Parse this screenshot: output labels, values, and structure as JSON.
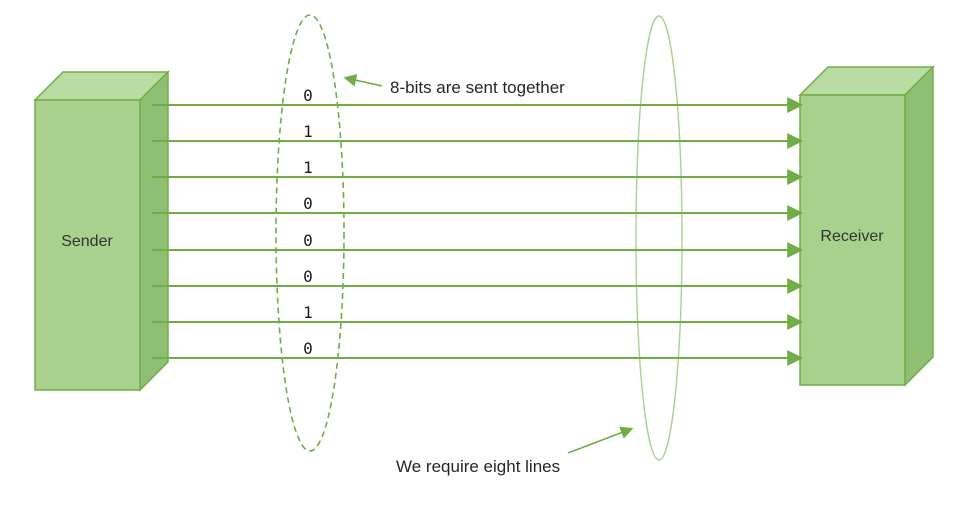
{
  "diagram": {
    "sender": {
      "label": "Sender"
    },
    "receiver": {
      "label": "Receiver"
    },
    "bits": [
      "0",
      "1",
      "1",
      "0",
      "0",
      "0",
      "1",
      "0"
    ],
    "annotations": {
      "top": "8-bits are sent together",
      "bottom": "We require eight lines"
    },
    "line_count": 8,
    "colors": {
      "box_fill_front": "#a9d18e",
      "box_fill_top": "#b9dca3",
      "box_fill_side": "#8fbf72",
      "box_stroke": "#70ad47",
      "wire": "#70ad47",
      "dashed_ellipse_stroke": "#70ad47",
      "solid_ellipse_stroke": "#a9d18e",
      "box_label_text": "#333333",
      "bit_text": "#1a1a1a",
      "annotation_text": "#262626"
    }
  }
}
